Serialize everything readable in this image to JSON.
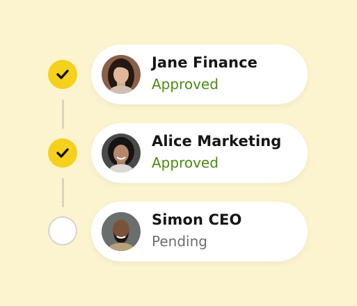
{
  "approvals": [
    {
      "name": "Jane Finance",
      "status": "Approved",
      "state": "done",
      "avatar_icon": "person-avatar-woman-dark-hair"
    },
    {
      "name": "Alice Marketing",
      "status": "Approved",
      "state": "done",
      "avatar_icon": "person-avatar-woman-black-hair"
    },
    {
      "name": "Simon CEO",
      "status": "Pending",
      "state": "pending",
      "avatar_icon": "person-avatar-man-bald-beard"
    }
  ],
  "colors": {
    "background": "#fcf4cf",
    "done_indicator": "#f6d11c",
    "approved_text": "#4d8a12",
    "pending_text": "#6e6e6e"
  }
}
